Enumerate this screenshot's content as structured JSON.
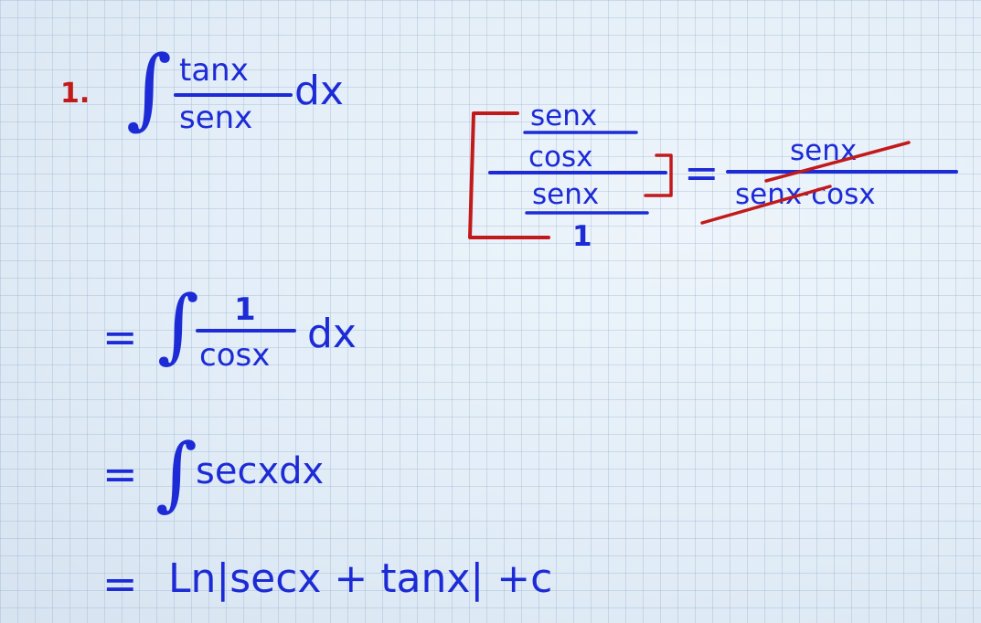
{
  "problem": {
    "number": "1.",
    "integral_sign": "∫",
    "numerator": "tanx",
    "denominator": "senx",
    "differential": "dx"
  },
  "side_note": {
    "top_numerator": "senx",
    "top_denominator": "cosx",
    "bottom_numerator": "senx",
    "bottom_denominator": "1",
    "equals": "=",
    "result_numerator": "senx",
    "result_denominator": "senx·cosx",
    "colors": {
      "bracket": "#c21a1a",
      "ink": "#1d2bd6",
      "cancel": "#c21a1a"
    }
  },
  "steps": [
    {
      "equals": "=",
      "integral_sign": "∫",
      "numerator": "1",
      "denominator": "cosx",
      "differential": "dx"
    },
    {
      "equals": "=",
      "integral_sign": "∫",
      "body": "secxdx"
    },
    {
      "equals": "=",
      "body": "Ln|secx + tanx| +c"
    }
  ]
}
